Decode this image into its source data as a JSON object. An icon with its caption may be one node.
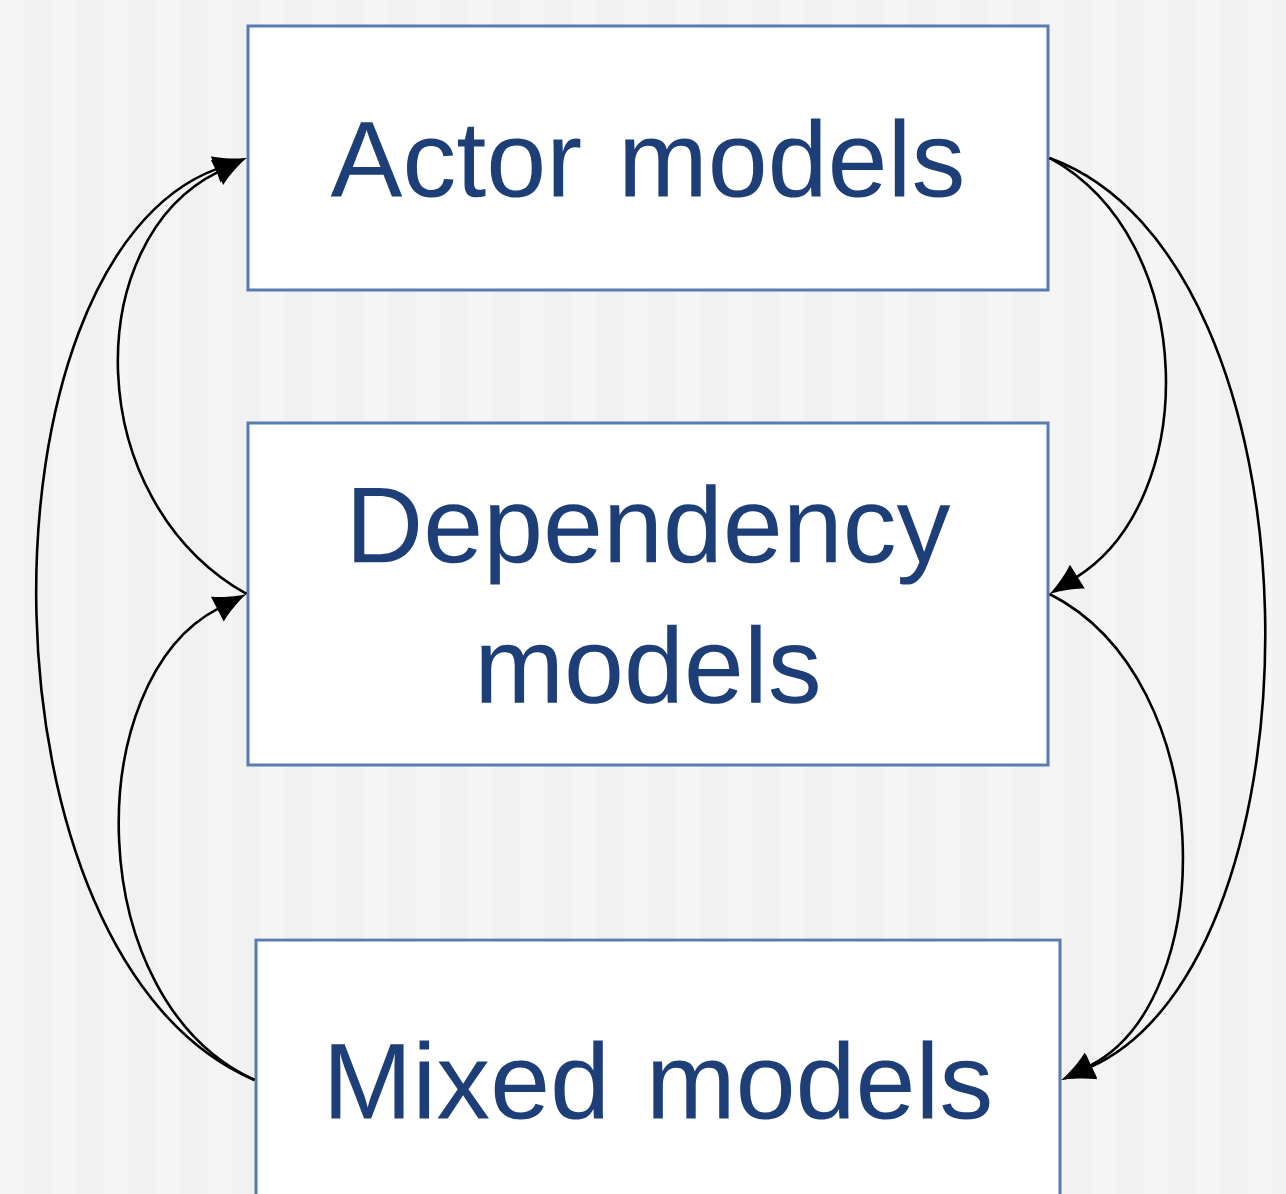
{
  "diagram": {
    "nodes": [
      {
        "text": [
          "Actor models"
        ]
      },
      {
        "text": [
          "Dependency models"
        ]
      },
      {
        "text": [
          "Mixed models"
        ]
      }
    ],
    "edges": [
      {
        "from": 0,
        "to": 1,
        "arrow": "to"
      },
      {
        "from": 0,
        "to": 2,
        "arrow": "to"
      },
      {
        "from": 1,
        "to": 2,
        "arrow": "to"
      },
      {
        "from": 2,
        "to": 1,
        "arrow": "to"
      },
      {
        "from": 2,
        "to": 0,
        "arrow": "to"
      },
      {
        "from": 1,
        "to": 0,
        "arrow": "to"
      }
    ]
  }
}
